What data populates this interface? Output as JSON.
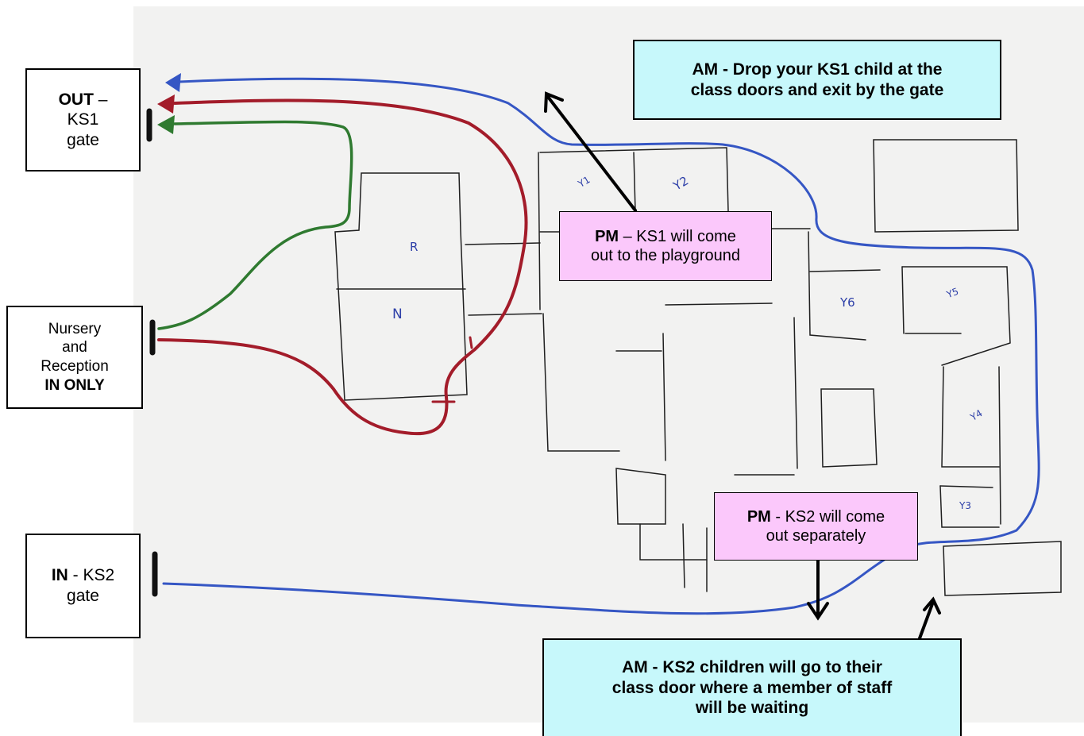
{
  "gates": {
    "out_ks1": {
      "bold": "OUT",
      "rest": " –",
      "line2": "KS1",
      "line3": "gate"
    },
    "nursery_reception": {
      "line1": "Nursery",
      "line2": "and",
      "line3": "Reception",
      "bold": "IN ONLY"
    },
    "in_ks2": {
      "bold": "IN",
      "rest": " - KS2",
      "line2": "gate"
    }
  },
  "callouts": {
    "am_ks1": {
      "line1": "AM - Drop your KS1 child at the",
      "line2": "class doors and exit by the gate"
    },
    "pm_ks1": {
      "bold": "PM",
      "rest": " – KS1 will come",
      "line2": "out to the playground"
    },
    "pm_ks2": {
      "bold": "PM",
      "rest": " - KS2 will come",
      "line2": "out separately"
    },
    "am_ks2": {
      "line1": "AM - KS2 children will go to their",
      "line2": "class door where a member of staff",
      "line3": "will be waiting"
    }
  },
  "rooms": {
    "r": "R",
    "n": "N",
    "y1": "Y1",
    "y2": "Y2",
    "y3": "Y3",
    "y4": "Y4",
    "y5": "Y5",
    "y6": "Y6"
  },
  "colors": {
    "route_blue": "#3556c4",
    "route_red": "#a31c2a",
    "route_green": "#2f7a30",
    "callout_cyan": "#c7f8fb",
    "callout_pink": "#fbc8fb",
    "map_background": "#f2f2f1",
    "room_label": "#2d3fa8"
  },
  "icons": {
    "route_arrow": "arrow-head",
    "gate_marker": "black-bar"
  }
}
